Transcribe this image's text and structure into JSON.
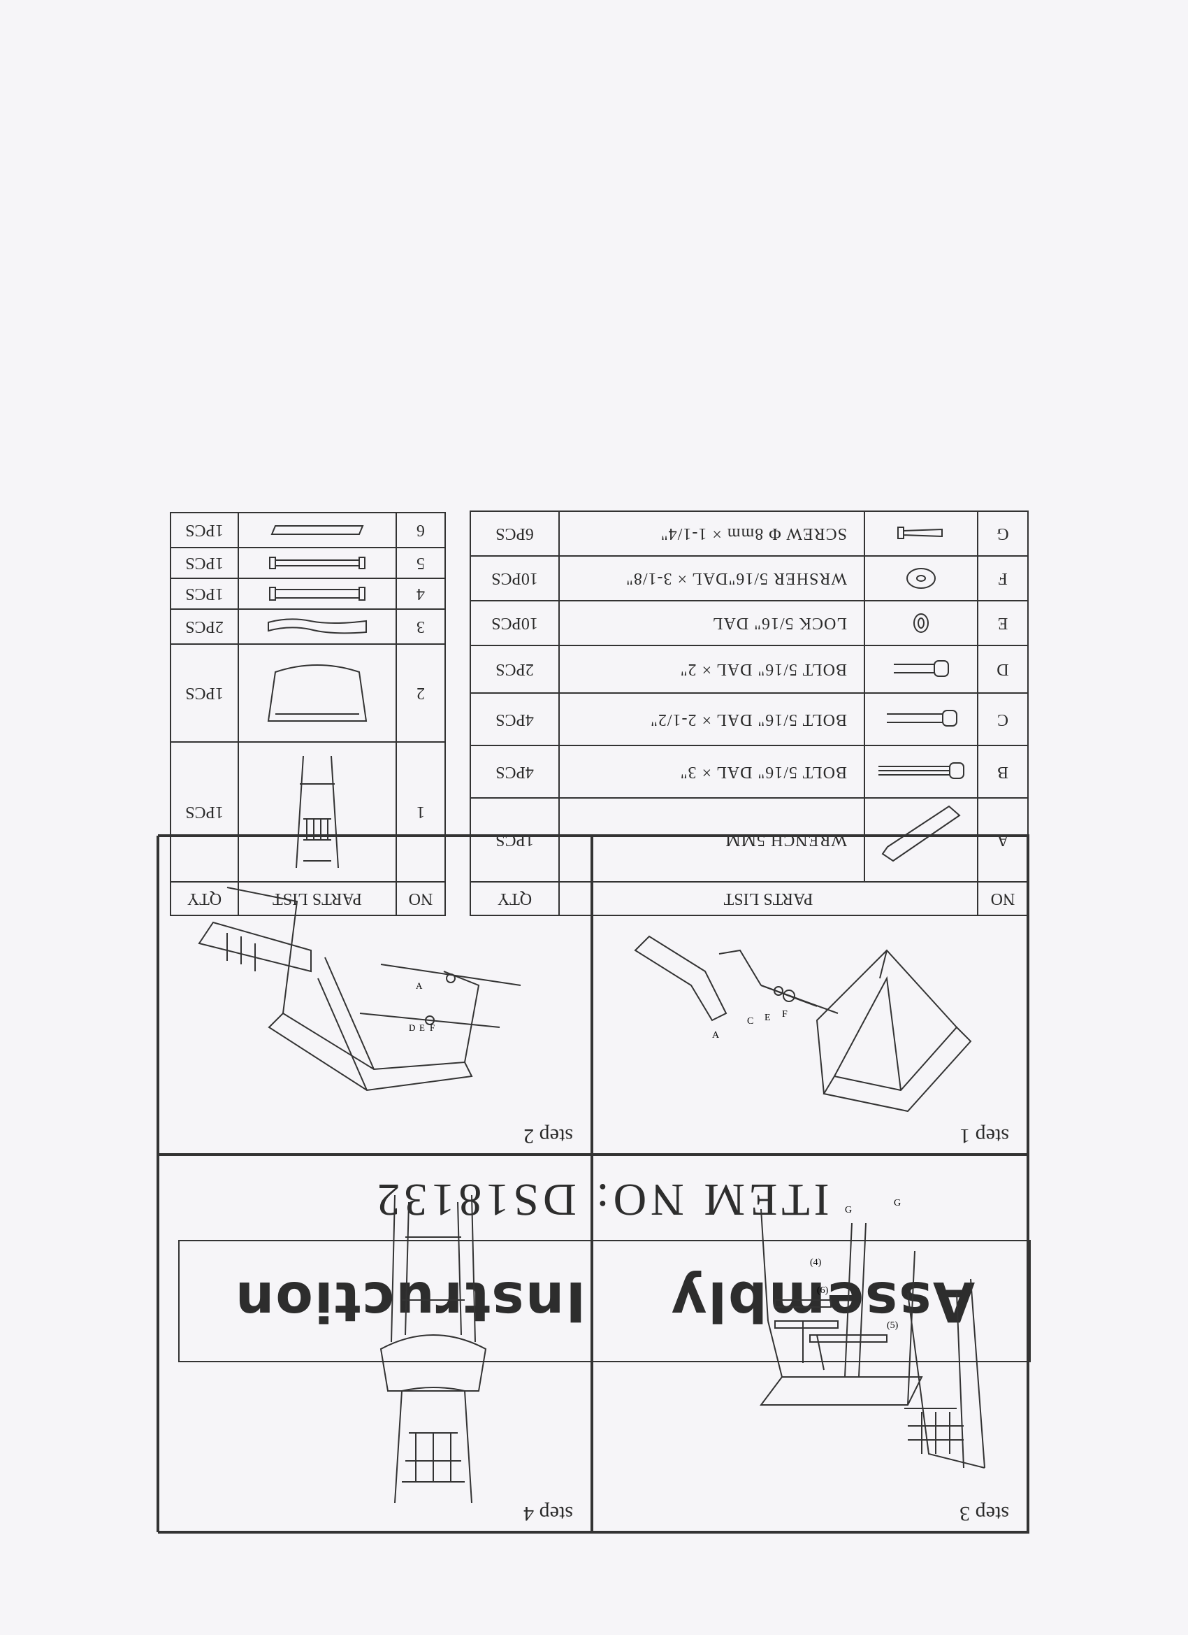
{
  "title": {
    "word1": "Assembly",
    "word2": "Instruction"
  },
  "item_number": "ITEM NO: DS18132",
  "hardware_table": {
    "headers": {
      "no": "NO",
      "parts": "PARTS LIST",
      "qty": "QTY"
    },
    "rows": [
      {
        "no": "A",
        "desc": "WRENCH 5MM",
        "qty": "1PCS",
        "icon": "wrench-icon"
      },
      {
        "no": "B",
        "desc": "BOLT 5/16\" DAL × 3\"",
        "qty": "4PCS",
        "icon": "bolt-icon"
      },
      {
        "no": "C",
        "desc": "BOLT 5/16\" DAL × 2-1/2\"",
        "qty": "4PCS",
        "icon": "bolt-icon"
      },
      {
        "no": "D",
        "desc": "BOLT 5/16\" DAL × 2\"",
        "qty": "2PCS",
        "icon": "bolt-icon"
      },
      {
        "no": "E",
        "desc": "LOCK 5/16\" DAL",
        "qty": "10PCS",
        "icon": "lock-washer-icon"
      },
      {
        "no": "F",
        "desc": "WRSHER 5/16\"DAL × 3-1/8\"",
        "qty": "10PCS",
        "icon": "washer-icon"
      },
      {
        "no": "G",
        "desc": "SCREW Φ 8mm × 1-1/4\"",
        "qty": "6PCS",
        "icon": "screw-icon"
      }
    ]
  },
  "component_table": {
    "headers": {
      "no": "NO",
      "parts": "PARTS LIST",
      "qty": "QTY"
    },
    "rows": [
      {
        "no": "1",
        "qty": "1PCS",
        "icon": "chair-back-frame-icon"
      },
      {
        "no": "2",
        "qty": "1PCS",
        "icon": "seat-icon"
      },
      {
        "no": "3",
        "qty": "2PCS",
        "icon": "leg-icon"
      },
      {
        "no": "4",
        "qty": "1PCS",
        "icon": "rail-icon"
      },
      {
        "no": "5",
        "qty": "1PCS",
        "icon": "rail-icon"
      },
      {
        "no": "6",
        "qty": "1PCS",
        "icon": "rail-icon"
      }
    ]
  },
  "steps": [
    {
      "label": "step 1",
      "callouts": [
        "A",
        "C",
        "E",
        "F"
      ]
    },
    {
      "label": "step 2",
      "callouts": [
        "A",
        "D",
        "E",
        "F"
      ]
    },
    {
      "label": "step 3",
      "callouts": [
        "G",
        "G",
        "(4)",
        "(5)",
        "(6)"
      ]
    },
    {
      "label": "step 4"
    }
  ]
}
